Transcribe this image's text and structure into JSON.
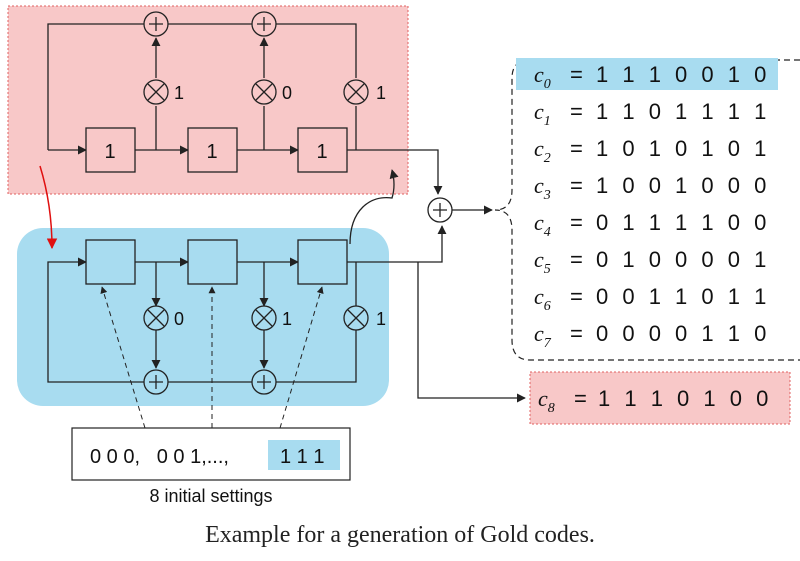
{
  "caption": "Example for a generation of Gold codes.",
  "initial_settings_label": "8 initial settings",
  "initial_settings_text": "0 0 0,   0 0 1,...,",
  "initial_settings_highlight": "1 1 1",
  "top_register": {
    "cell_values": [
      "1",
      "1",
      "1"
    ],
    "tap_coeffs": [
      "1",
      "0",
      "1"
    ]
  },
  "bottom_register": {
    "tap_coeffs": [
      "0",
      "1",
      "1"
    ]
  },
  "codes": [
    {
      "sub": "0",
      "value": "1 1 1 0 0 1 0"
    },
    {
      "sub": "1",
      "value": "1 1 0 1 1 1 1"
    },
    {
      "sub": "2",
      "value": "1 0 1 0 1 0 1"
    },
    {
      "sub": "3",
      "value": "1 0 0 1 0 0 0"
    },
    {
      "sub": "4",
      "value": "0 1 1 1 1 0 0"
    },
    {
      "sub": "5",
      "value": "0 1 0 0 0 0 1"
    },
    {
      "sub": "6",
      "value": "0 0 1 1 0 1 1"
    },
    {
      "sub": "7",
      "value": "0 0 0 0 1 1 0"
    }
  ],
  "extra_code": {
    "sub": "8",
    "value": "1 1 1 0 1 0 0"
  },
  "colors": {
    "top_fill": "#f8c8c8",
    "top_border": "#e06060",
    "bottom_fill": "#a8dcf0",
    "highlight": "#a8dcf0",
    "red_arrow": "#e01010"
  }
}
